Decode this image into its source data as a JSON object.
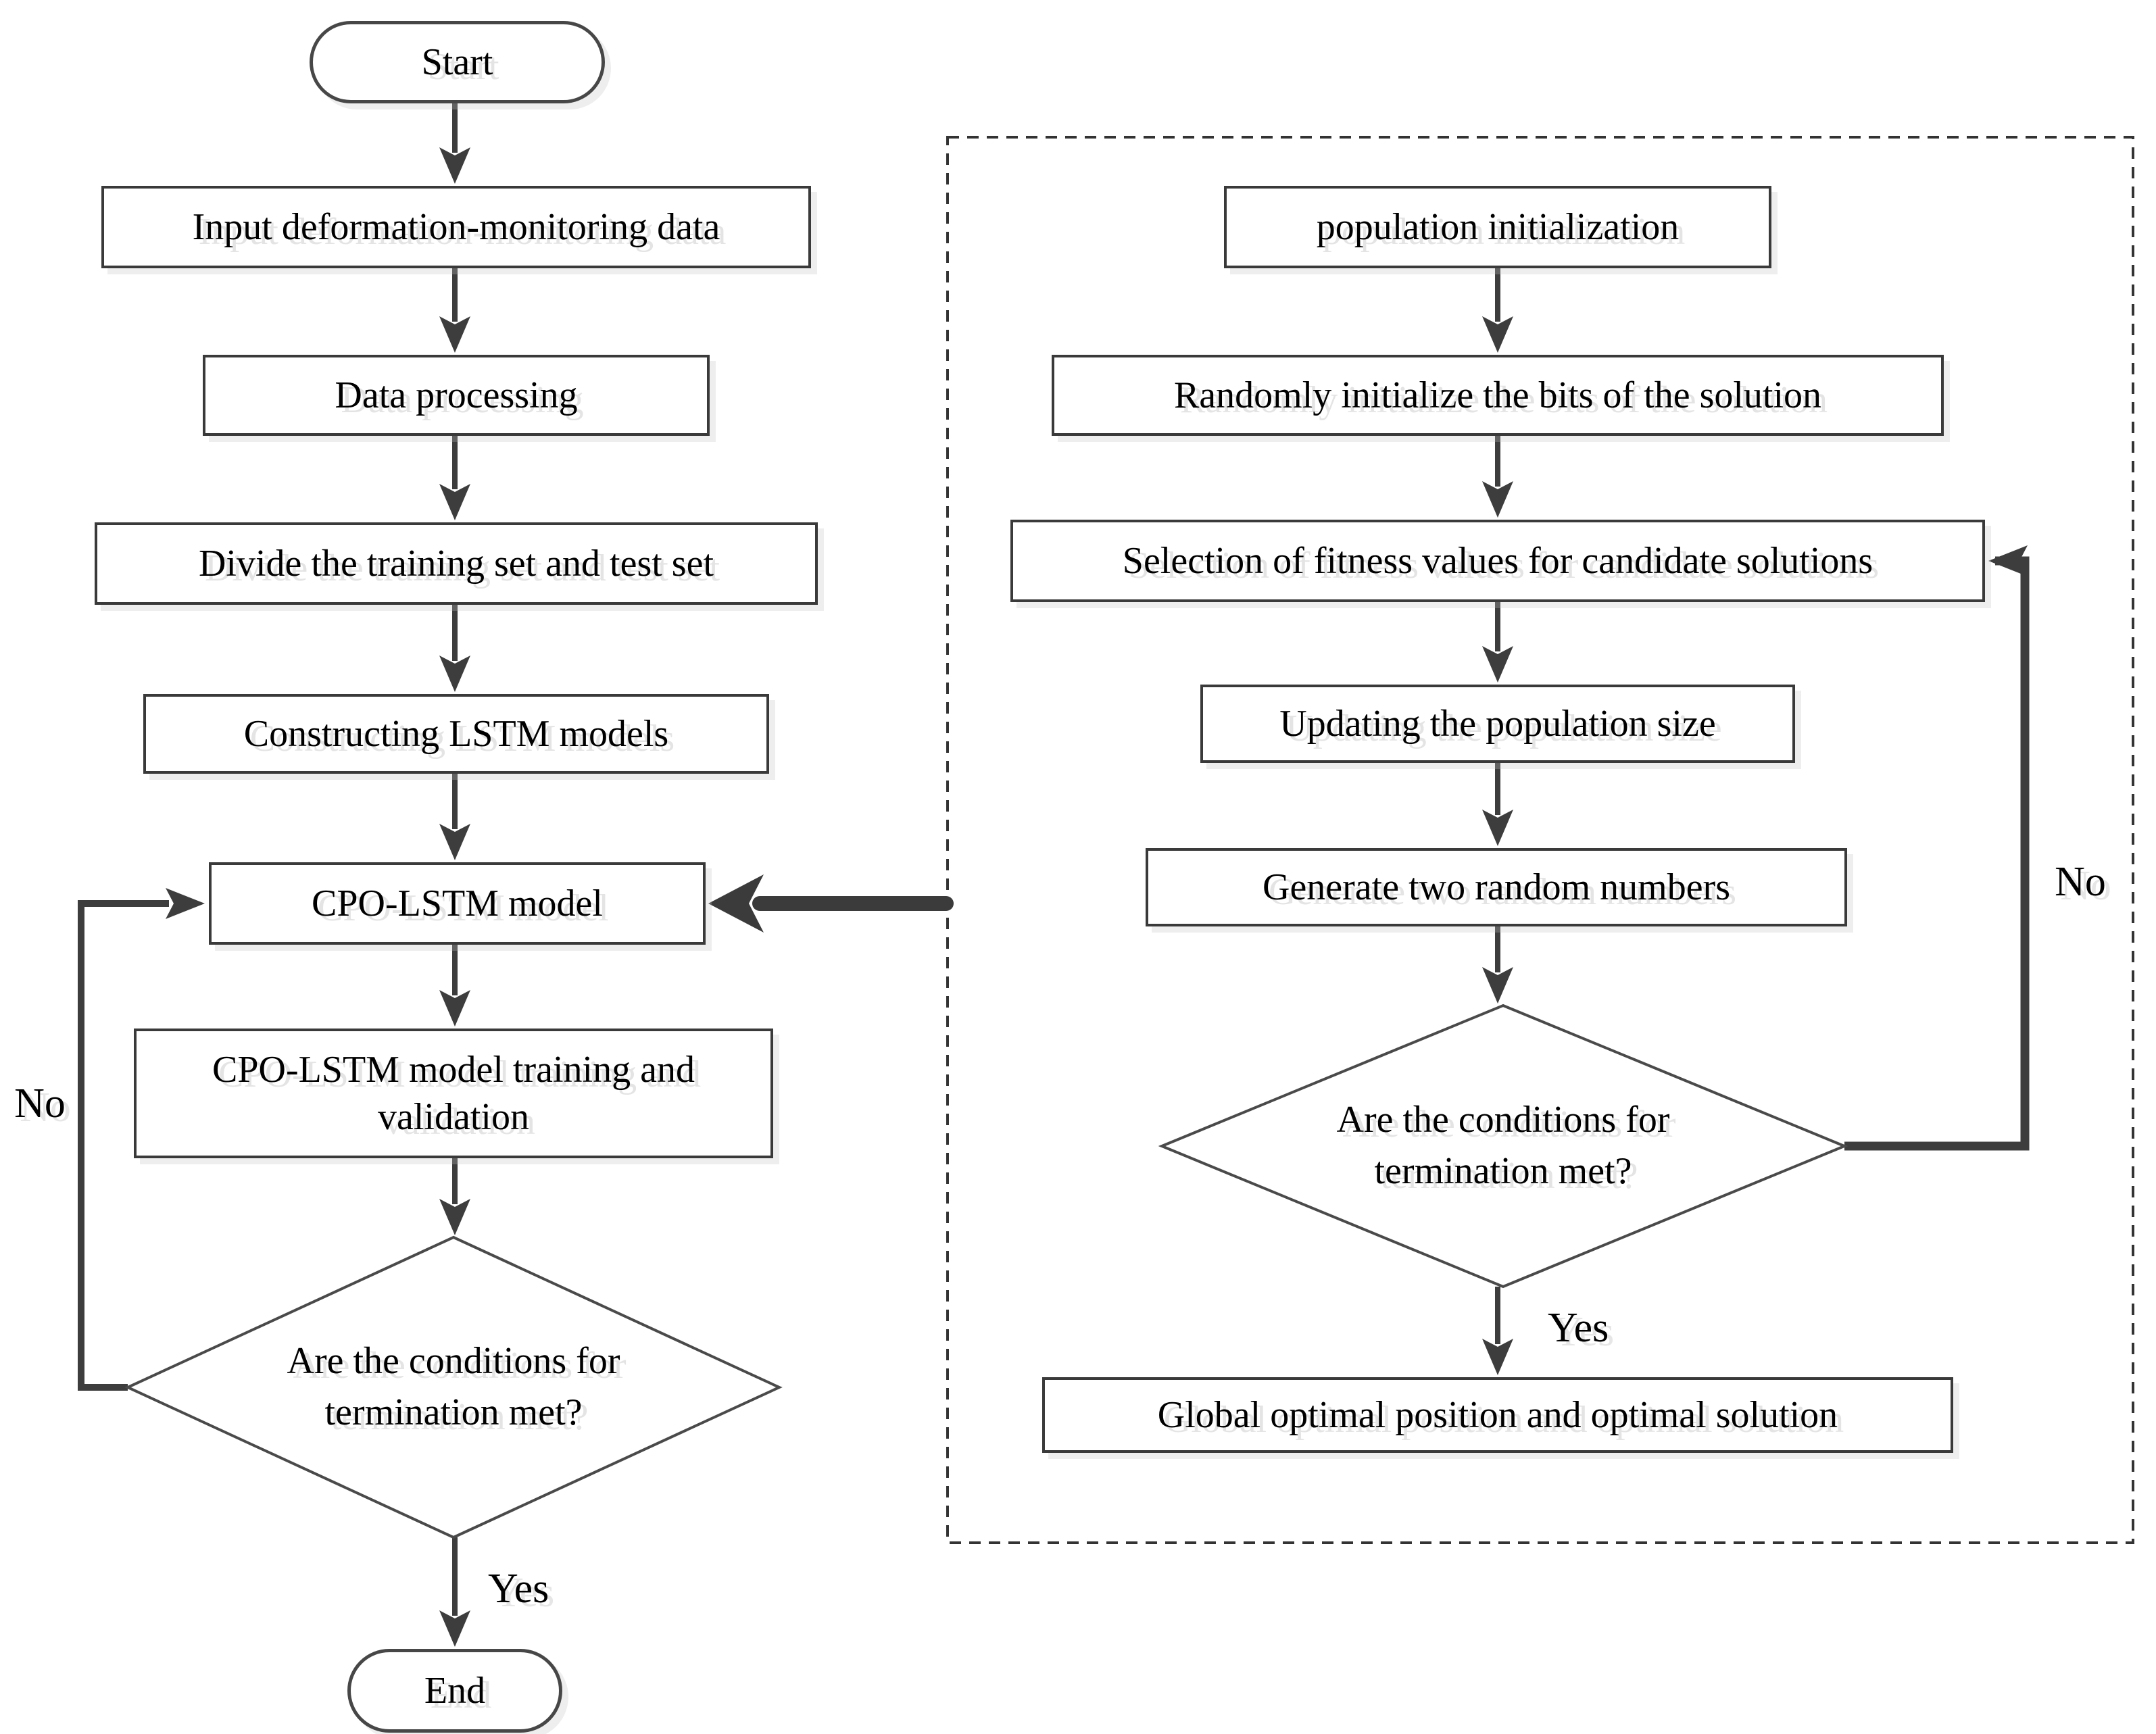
{
  "diagram": {
    "title": "CPO-LSTM flowchart",
    "left_flow": {
      "start": "Start",
      "input_data": "Input deformation-monitoring data",
      "data_processing": "Data processing",
      "divide_sets": "Divide the training set and test set",
      "construct_lstm": "Constructing LSTM models",
      "cpo_lstm": "CPO-LSTM model",
      "training_validation": "CPO-LSTM model training and validation",
      "termination_decision": "Are the conditions for termination met?",
      "end": "End",
      "yes_label": "Yes",
      "no_label": "No"
    },
    "right_flow": {
      "population_init": "population initialization",
      "random_init": "Randomly initialize the bits of the solution",
      "fitness_selection": "Selection of fitness values for candidate solutions",
      "update_population": "Updating the population size",
      "generate_random": "Generate two random numbers",
      "termination_decision": "Are the conditions for termination met?",
      "global_optimal": "Global optimal position and optimal solution",
      "yes_label": "Yes",
      "no_label": "No"
    },
    "style": {
      "line_color": "#3d3d3d",
      "border_color": "#3a3a3a",
      "background": "#ffffff",
      "text_color": "#000000"
    }
  }
}
